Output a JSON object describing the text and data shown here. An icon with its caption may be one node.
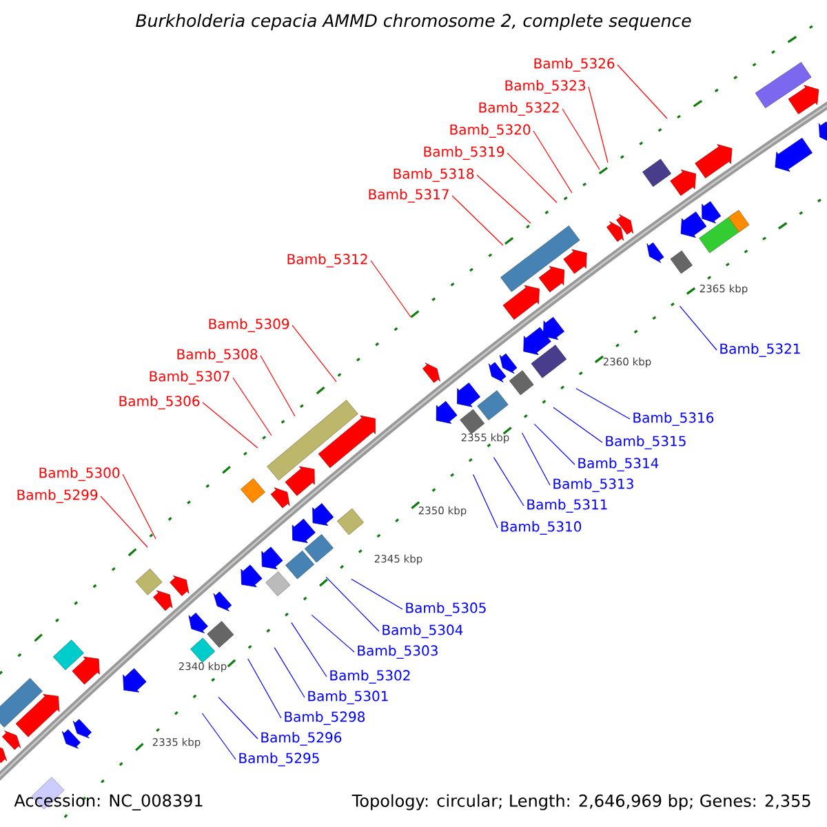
{
  "diagram": {
    "title": "Burkholderia cepacia AMMD chromosome 2, complete sequence",
    "nodes": [
      {
        "text": [
          "Bamb_5326"
        ]
      },
      {
        "text": [
          "Bamb_5323"
        ]
      },
      {
        "text": [
          "Bamb_5322"
        ]
      },
      {
        "text": [
          "Bamb_5320"
        ]
      },
      {
        "text": [
          "Bamb_5319"
        ]
      },
      {
        "text": [
          "Bamb_5318"
        ]
      },
      {
        "text": [
          "Bamb_5317"
        ]
      },
      {
        "text": [
          "Bamb_5312"
        ]
      },
      {
        "text": [
          "Bamb_5309"
        ]
      },
      {
        "text": [
          "Bamb_5321"
        ]
      },
      {
        "text": [
          "Bamb_5308"
        ]
      },
      {
        "text": [
          "Bamb_5307"
        ]
      },
      {
        "text": [
          "Bamb_5306"
        ]
      },
      {
        "text": [
          "Bamb_5316"
        ]
      },
      {
        "text": [
          "Bamb_5315"
        ]
      },
      {
        "text": [
          "Bamb_5314"
        ]
      },
      {
        "text": [
          "Bamb_5300"
        ]
      },
      {
        "text": [
          "Bamb_5313"
        ]
      },
      {
        "text": [
          "Bamb_5299"
        ]
      },
      {
        "text": [
          "Bamb_5311"
        ]
      },
      {
        "text": [
          "Bamb_5310"
        ]
      },
      {
        "text": [
          "Bamb_5305"
        ]
      },
      {
        "text": [
          "Bamb_5304"
        ]
      },
      {
        "text": [
          "Bamb_5303"
        ]
      },
      {
        "text": [
          "Bamb_5302"
        ]
      },
      {
        "text": [
          "Bamb_5301"
        ]
      },
      {
        "text": [
          "Bamb_5298"
        ]
      },
      {
        "text": [
          "Bamb_5296"
        ]
      },
      {
        "text": [
          "Bamb_5295"
        ]
      }
    ],
    "edges": [
      {
        "from": 0,
        "to": null,
        "arrow": "none",
        "color": "#ff0000"
      },
      {
        "from": 1,
        "to": null,
        "arrow": "none",
        "color": "#ff0000"
      },
      {
        "from": 2,
        "to": null,
        "arrow": "none",
        "color": "#ff0000"
      },
      {
        "from": 3,
        "to": null,
        "arrow": "none",
        "color": "#ff0000"
      },
      {
        "from": 4,
        "to": null,
        "arrow": "none",
        "color": "#ff0000"
      },
      {
        "from": 5,
        "to": null,
        "arrow": "none",
        "color": "#ff0000"
      },
      {
        "from": 6,
        "to": null,
        "arrow": "none",
        "color": "#ff0000"
      },
      {
        "from": 7,
        "to": null,
        "arrow": "none",
        "color": "#ff0000"
      },
      {
        "from": 8,
        "to": null,
        "arrow": "none",
        "color": "#ff0000"
      },
      {
        "from": 9,
        "to": null,
        "arrow": "none"
      },
      {
        "from": 10,
        "to": null,
        "arrow": "none",
        "color": "#ff0000"
      },
      {
        "from": 11,
        "to": null,
        "arrow": "none",
        "color": "#ff0000"
      },
      {
        "from": 12,
        "to": null,
        "arrow": "none",
        "color": "#ff0000"
      },
      {
        "from": 13,
        "to": null,
        "arrow": "none"
      },
      {
        "from": 14,
        "to": null,
        "arrow": "none"
      },
      {
        "from": 15,
        "to": null,
        "arrow": "none"
      },
      {
        "from": 16,
        "to": null,
        "arrow": "none",
        "color": "#ff0000"
      },
      {
        "from": 17,
        "to": null,
        "arrow": "none"
      },
      {
        "from": 18,
        "to": null,
        "arrow": "none",
        "color": "#ff0000"
      },
      {
        "from": 19,
        "to": null,
        "arrow": "none"
      },
      {
        "from": 20,
        "to": null,
        "arrow": "none"
      },
      {
        "from": 21,
        "to": null,
        "arrow": "none"
      },
      {
        "from": 22,
        "to": null,
        "arrow": "none"
      },
      {
        "from": 23,
        "to": null,
        "arrow": "none"
      },
      {
        "from": 24,
        "to": null,
        "arrow": "none"
      },
      {
        "from": 25,
        "to": null,
        "arrow": "none"
      },
      {
        "from": 26,
        "to": null,
        "arrow": "none"
      },
      {
        "from": 27,
        "to": null,
        "arrow": "none"
      },
      {
        "from": 28,
        "to": null,
        "arrow": "none"
      }
    ],
    "labels": [
      "2365 kbp",
      "2360 kbp",
      "2355 kbp",
      "2350 kbp",
      "2345 kbp",
      "2340 kbp",
      "2335 kbp",
      "Accession: NC_008391",
      "Topology: circular; Length: 2,646,969 bp; Genes: 2,355"
    ]
  }
}
